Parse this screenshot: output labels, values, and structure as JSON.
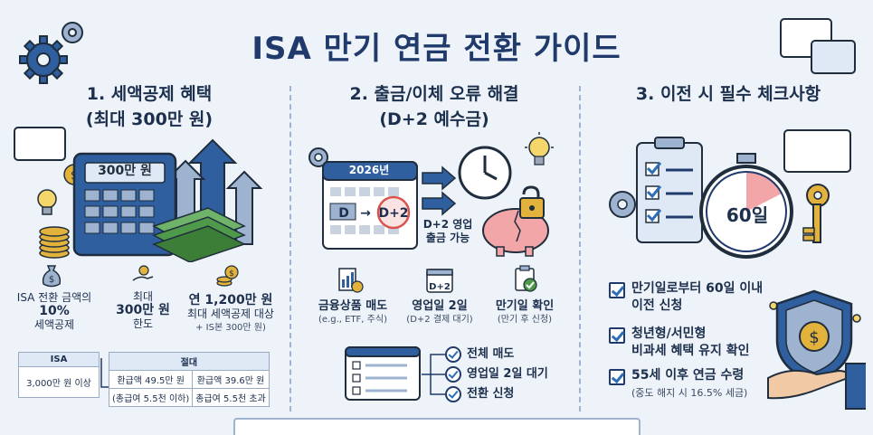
{
  "title": "ISA 만기 연금 전환 가이드",
  "section1": {
    "heading_line1": "1. 세액공제 혜택",
    "heading_line2": "(최대 300만 원)",
    "calculator_label": "300만 원",
    "items": [
      {
        "line1": "ISA 전환 금액의",
        "line2": "10%",
        "line3": "세액공제"
      },
      {
        "line1": "최대",
        "line2": "300만 원",
        "line3": "한도"
      },
      {
        "line1": "연 1,200만 원",
        "line2": "최대 세액공제 대상",
        "line3": "+ IS본 300만 원)"
      }
    ],
    "table": {
      "left_header": "ISA",
      "left_value": "3,000만 원 이상",
      "right_header": "절대",
      "cells": [
        [
          "환급액 49.5만 원",
          "환급액 39.6만 원"
        ],
        [
          "(총급여 5.5천 이하)",
          "총급여 5.5천 초과"
        ]
      ]
    }
  },
  "section2": {
    "heading_line1": "2. 출금/이체 오류 해결",
    "heading_line2": "(D+2 예수금)",
    "calendar_year": "2026년",
    "calendar_from": "D",
    "calendar_to": "D+2",
    "withdraw_line1": "D+2 영업",
    "withdraw_line2": "출금 가능",
    "badge_d2": "D+2",
    "items": [
      {
        "title": "금융상품 매도",
        "sub": "(e.g., ETF, 주식)"
      },
      {
        "title": "영업일 2일",
        "sub": "(D+2 결제 대기)"
      },
      {
        "title": "만기일 확인",
        "sub": "(만기 후 신청)"
      }
    ],
    "checklist": [
      "전체 매도",
      "영업일 2일 대기",
      "전환 신청"
    ]
  },
  "section3": {
    "heading": "3. 이전 시 필수 체크사항",
    "timer_label": "60일",
    "checks": [
      {
        "line1": "만기일로부터 60일 이내",
        "line2": "이전 신청"
      },
      {
        "line1": "청년형/서민형",
        "line2": "비과세 혜택 유지 확인"
      },
      {
        "line1": "55세 이후 연금 수령",
        "line2": "(중도 해지 시 16.5% 세금)"
      }
    ]
  },
  "colors": {
    "navy": "#1f3a6b",
    "blue": "#2c6fb6",
    "green": "#4f9a4a",
    "gold": "#e3b23c",
    "red": "#d9534f",
    "pink": "#f2a6a8"
  }
}
